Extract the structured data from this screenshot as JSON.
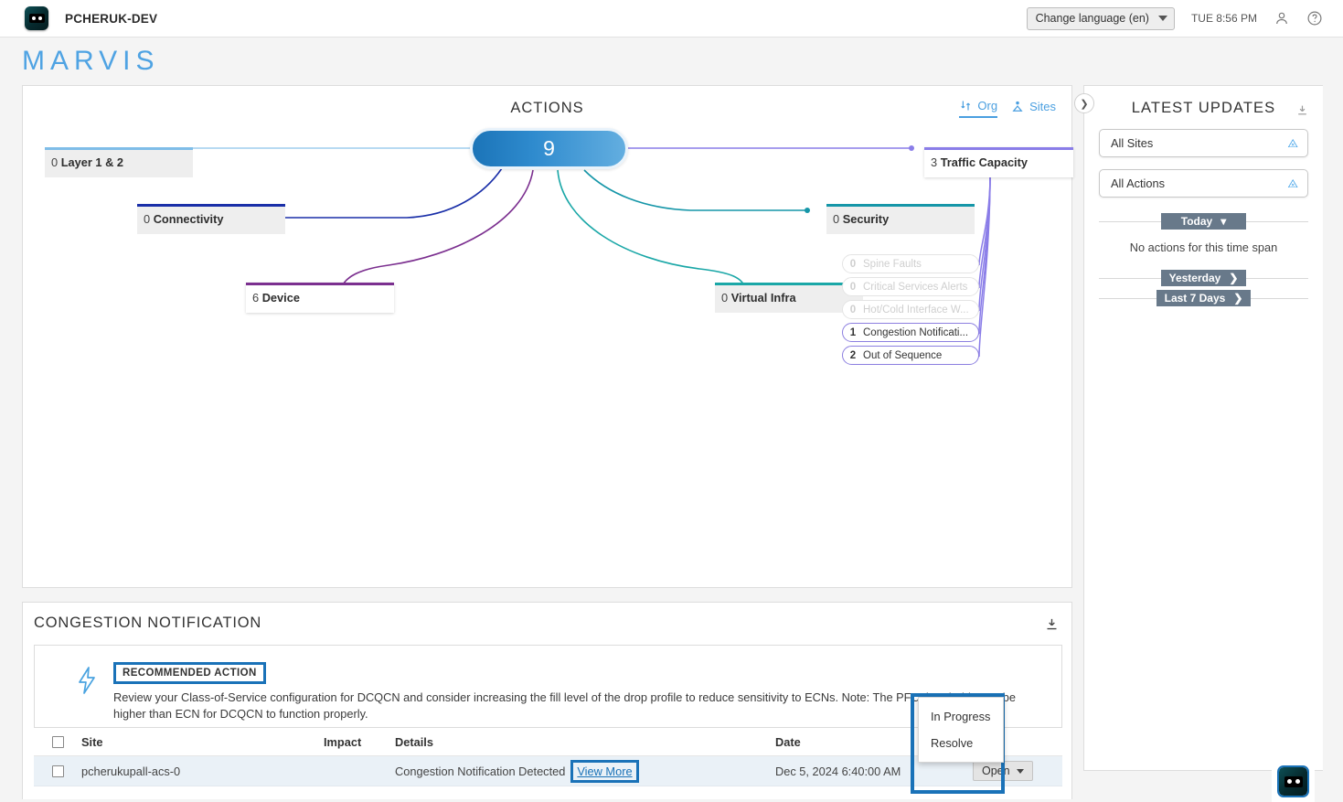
{
  "header": {
    "logo_icon": "marvis-bot-icon",
    "org_name": "PCHERUK-DEV",
    "language_label": "Change language (en)",
    "clock": "TUE 8:56 PM",
    "user_icon": "user-icon",
    "help_icon": "help-icon"
  },
  "page": {
    "title": "MARVIS"
  },
  "diagram": {
    "title": "ACTIONS",
    "root_count": "9",
    "scope": {
      "org_label": "Org",
      "sites_label": "Sites",
      "active": "Org"
    },
    "categories": [
      {
        "count": "0",
        "name": "Layer 1 & 2",
        "color": "#7fbde8",
        "highlight": false
      },
      {
        "count": "0",
        "name": "Connectivity",
        "color": "#1a2fa8",
        "highlight": false
      },
      {
        "count": "6",
        "name": "Device",
        "color": "#7b2f8f",
        "highlight": true
      },
      {
        "count": "0",
        "name": "Virtual Infra",
        "color": "#1aa7a7",
        "highlight": false
      },
      {
        "count": "0",
        "name": "Security",
        "color": "#1596a8",
        "highlight": false
      },
      {
        "count": "3",
        "name": "Traffic Capacity",
        "color": "#8a7de8",
        "highlight": true
      }
    ],
    "subitems": [
      {
        "count": "0",
        "label": "Spine Faults",
        "dim": true
      },
      {
        "count": "0",
        "label": "Critical Services Alerts",
        "dim": true
      },
      {
        "count": "0",
        "label": "Hot/Cold Interface W...",
        "dim": true
      },
      {
        "count": "1",
        "label": "Congestion Notificati...",
        "dim": false
      },
      {
        "count": "2",
        "label": "Out of Sequence",
        "dim": false
      }
    ]
  },
  "latest_updates": {
    "title": "LATEST UPDATES",
    "download_icon": "download-icon",
    "collapse_icon": "chevron-right-icon",
    "site_filter": "All Sites",
    "action_filter": "All Actions",
    "today_label": "Today",
    "empty_message": "No actions for this time span",
    "yesterday_label": "Yesterday",
    "last7_label": "Last 7 Days"
  },
  "congestion": {
    "title": "CONGESTION NOTIFICATION",
    "download_icon": "download-icon",
    "bolt_icon": "lightning-bolt-icon",
    "recommended_tag": "RECOMMENDED ACTION",
    "recommended_text": "Review your Class-of-Service configuration for DCQCN and consider increasing the fill level of the drop profile to reduce sensitivity to ECNs. Note: The PFC threshold must be higher than ECN for DCQCN to function properly.",
    "columns": {
      "site": "Site",
      "impact": "Impact",
      "details": "Details",
      "date": "Date"
    },
    "rows": [
      {
        "site": "pcherukupall-acs-0",
        "impact": "",
        "details": "Congestion Notification Detected",
        "view_more": "View More",
        "date": "Dec 5, 2024 6:40:00 AM",
        "status": "Open"
      }
    ],
    "status_menu": [
      "In Progress",
      "Resolve"
    ]
  },
  "float_bot": {
    "icon": "marvis-bot-icon"
  },
  "colors": {
    "accent": "#1a72b8",
    "brand_blue": "#4fa3e3",
    "chip": "#68798a"
  }
}
